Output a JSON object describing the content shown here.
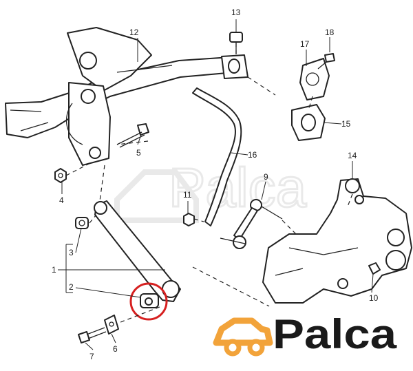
{
  "callouts": {
    "c1": "1",
    "c2": "2",
    "c3": "3",
    "c4": "4",
    "c5": "5",
    "c6": "6",
    "c7": "7",
    "c9": "9",
    "c10": "10",
    "c11": "11",
    "c12": "12",
    "c13": "13",
    "c14": "14",
    "c15": "15",
    "c16": "16",
    "c17": "17",
    "c18": "18"
  },
  "logo": {
    "text": "Palca",
    "color": "#f2a33a",
    "text_color": "#1a1a1a"
  },
  "watermark": {
    "text": "Palca"
  },
  "highlight_color": "#d62020"
}
